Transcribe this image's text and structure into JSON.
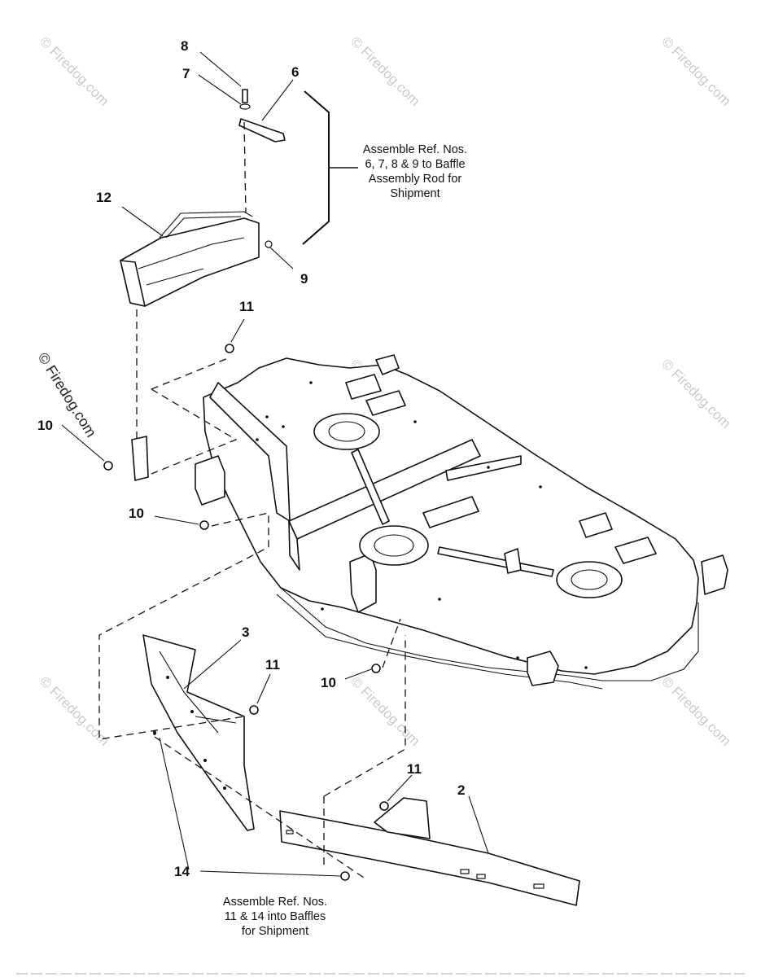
{
  "callouts": {
    "c2": "2",
    "c3": "3",
    "c6": "6",
    "c7": "7",
    "c8": "8",
    "c9": "9",
    "c10a": "10",
    "c10b": "10",
    "c10c": "10",
    "c11a": "11",
    "c11b": "11",
    "c11c": "11",
    "c12": "12",
    "c14": "14"
  },
  "note_top": {
    "line1": "Assemble Ref. Nos.",
    "line2": "6, 7, 8 & 9 to Baffle",
    "line3": "Assembly Rod for",
    "line4": "Shipment"
  },
  "note_bottom": {
    "line1": "Assemble Ref. Nos.",
    "line2": "11 & 14 into Baffles",
    "line3": "for Shipment"
  },
  "watermark": "© Firedog.com",
  "colors": {
    "line": "#111111",
    "watermark": "#c9c9c9",
    "background": "#ffffff"
  }
}
